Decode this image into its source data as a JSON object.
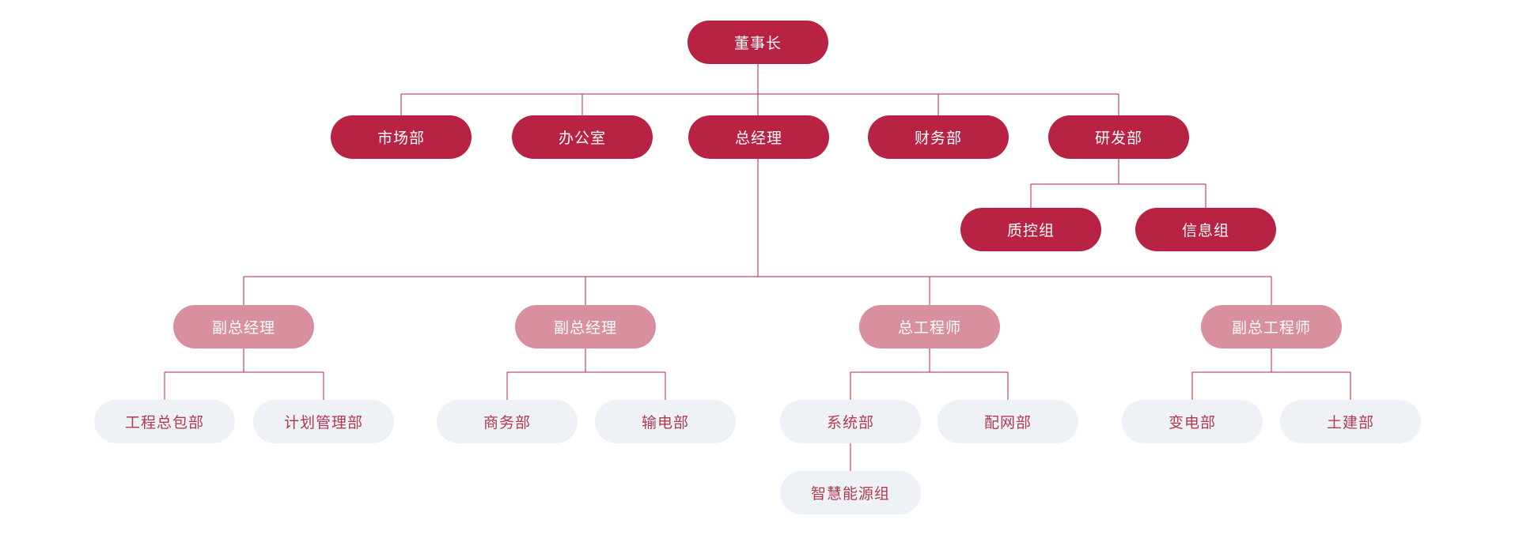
{
  "org_chart": {
    "colors": {
      "primary": "#b82343",
      "secondary": "#d8909f",
      "tertiary": "#eef2f6",
      "tertiary_text": "#b23a52",
      "line": "#b82343",
      "background": "#ffffff"
    },
    "root": {
      "label": "董事长",
      "children": [
        {
          "label": "市场部"
        },
        {
          "label": "办公室"
        },
        {
          "label": "总经理",
          "children": [
            {
              "label": "副总经理",
              "children": [
                {
                  "label": "工程总包部"
                },
                {
                  "label": "计划管理部"
                }
              ]
            },
            {
              "label": "副总经理",
              "children": [
                {
                  "label": "商务部"
                },
                {
                  "label": "输电部"
                }
              ]
            },
            {
              "label": "总工程师",
              "children": [
                {
                  "label": "系统部",
                  "children": [
                    {
                      "label": "智慧能源组"
                    }
                  ]
                },
                {
                  "label": "配网部"
                }
              ]
            },
            {
              "label": "副总工程师",
              "children": [
                {
                  "label": "变电部"
                },
                {
                  "label": "土建部"
                }
              ]
            }
          ]
        },
        {
          "label": "财务部"
        },
        {
          "label": "研发部",
          "children": [
            {
              "label": "质控组"
            },
            {
              "label": "信息组"
            }
          ]
        }
      ]
    }
  }
}
